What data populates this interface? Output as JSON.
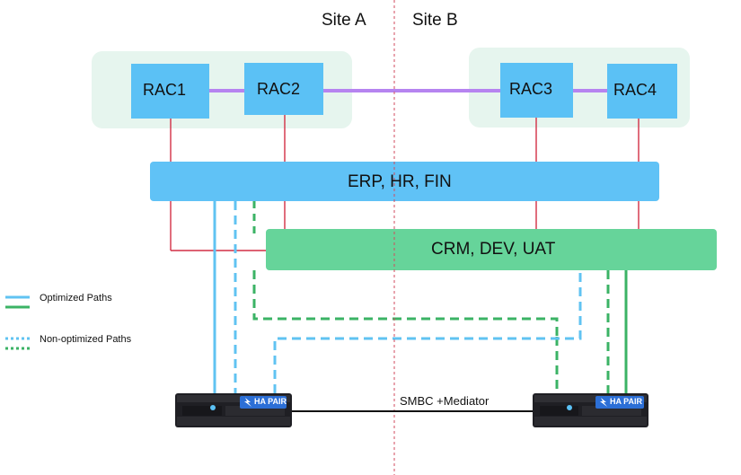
{
  "sites": {
    "a": "Site A",
    "b": "Site B"
  },
  "nodes": {
    "rac1": "RAC1",
    "rac2": "RAC2",
    "rac3": "RAC3",
    "rac4": "RAC4"
  },
  "bands": {
    "erp": "ERP, HR, FIN",
    "crm": "CRM, DEV, UAT"
  },
  "storage": {
    "badge_left": "HA PAIR",
    "badge_right": "HA PAIR",
    "link_label": "SMBC +Mediator"
  },
  "legend": {
    "optimized": "Optimized Paths",
    "non_optimized": "Non-optimized Paths"
  },
  "colors": {
    "rac_box": "#5bc1f5",
    "erp_band": "#60c2f6",
    "crm_band": "#66d49a",
    "cluster_bg": "#e6f5ee",
    "interconnect": "#b684f0",
    "rac_links": "#d22f45",
    "optimized_blue": "#60c3f2",
    "optimized_green": "#3bb365",
    "site_divider": "#d24a5c"
  }
}
